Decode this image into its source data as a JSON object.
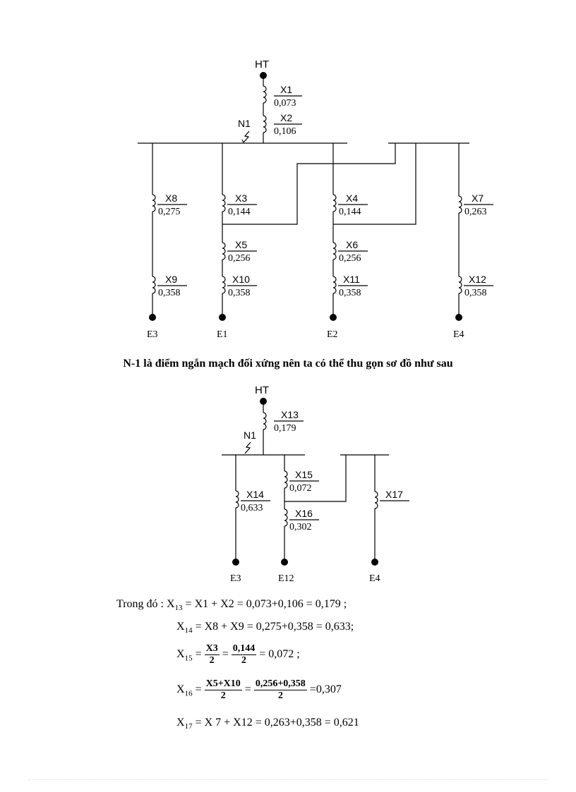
{
  "diagram1": {
    "source_label": "HT",
    "fault_label": "N1",
    "reactances": [
      {
        "id": "x1",
        "name": "X1",
        "value": "0,073"
      },
      {
        "id": "x2",
        "name": "X2",
        "value": "0,106"
      },
      {
        "id": "x3",
        "name": "X3",
        "value": "0,144"
      },
      {
        "id": "x4",
        "name": "X4",
        "value": "0,144"
      },
      {
        "id": "x5",
        "name": "X5",
        "value": "0,256"
      },
      {
        "id": "x6",
        "name": "X6",
        "value": "0,256"
      },
      {
        "id": "x7",
        "name": "X7",
        "value": "0,263"
      },
      {
        "id": "x8",
        "name": "X8",
        "value": "0,275"
      },
      {
        "id": "x9",
        "name": "X9",
        "value": "0,358"
      },
      {
        "id": "x10",
        "name": "X10",
        "value": "0,358"
      },
      {
        "id": "x11",
        "name": "X11",
        "value": "0,358"
      },
      {
        "id": "x12",
        "name": "X12",
        "value": "0,358"
      }
    ],
    "generators": [
      "E3",
      "E1",
      "E2",
      "E4"
    ]
  },
  "caption": "N-1 là điểm ngắn mạch đối xứng nên ta có thể thu gọn sơ đồ như sau",
  "diagram2": {
    "source_label": "HT",
    "fault_label": "N1",
    "reactances": [
      {
        "id": "x13",
        "name": "X13",
        "value": "0,179"
      },
      {
        "id": "x14",
        "name": "X14",
        "value": "0,633"
      },
      {
        "id": "x15",
        "name": "X15",
        "value": "0,072"
      },
      {
        "id": "x16",
        "name": "X16",
        "value": "0,302"
      },
      {
        "id": "x17",
        "name": "X17",
        "value": ""
      }
    ],
    "generators": [
      "E3",
      "E12",
      "E4"
    ]
  },
  "equations": {
    "intro": "Trong đó :",
    "eq13": "= X1 + X2 = 0,073+0,106 = 0,179 ;",
    "eq14": "= X8 + X9 = 0,275+0,358 = 0,633;",
    "eq15_num1": "X3",
    "eq15_den1": "2",
    "eq15_num2": "0,144",
    "eq15_den2": "2",
    "eq15_result": "= 0,072 ;",
    "eq16_num1": "X5+X10",
    "eq16_den1": "2",
    "eq16_num2": "0,256+0,358",
    "eq16_den2": "2",
    "eq16_result": "=0,307",
    "eq17": "= X  7 + X12 = 0,263+0,358 = 0,621"
  }
}
